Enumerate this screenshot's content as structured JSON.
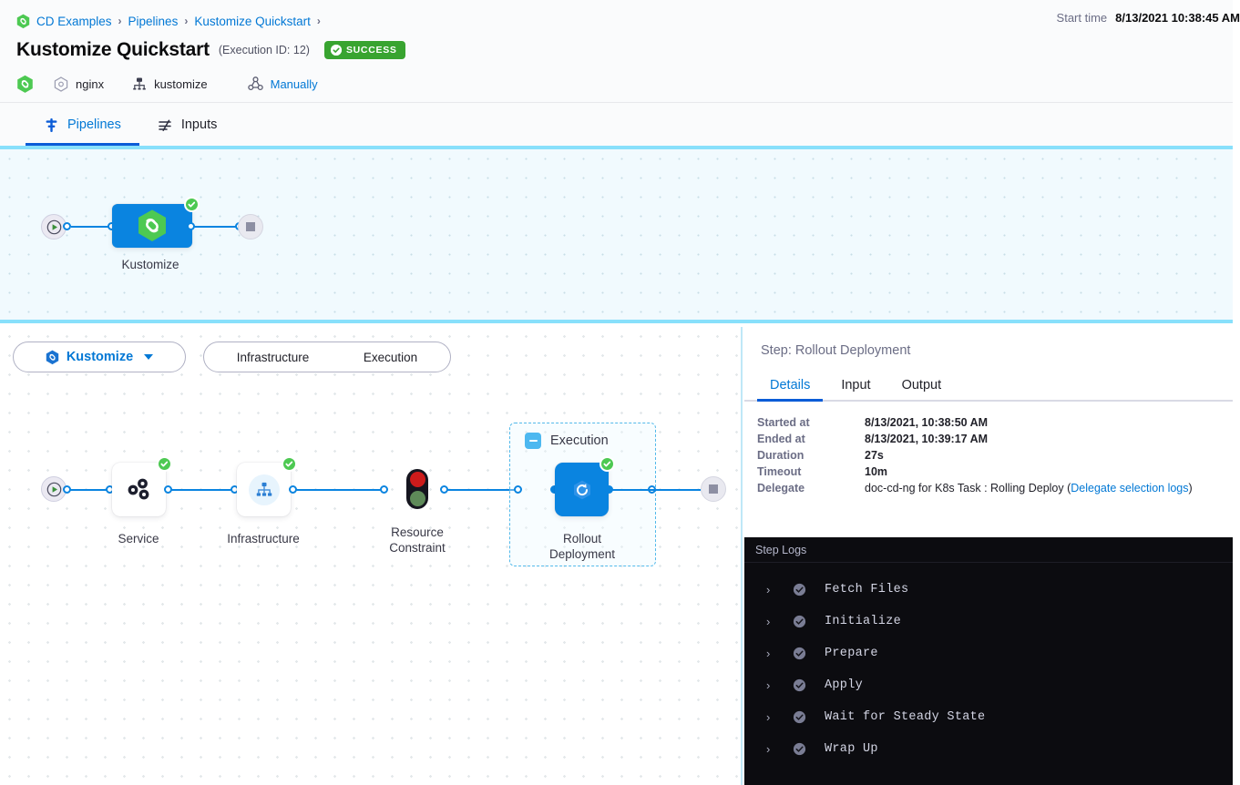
{
  "header": {
    "breadcrumb": [
      {
        "label": "CD Examples",
        "icon": "harness-hex-icon"
      },
      {
        "label": "Pipelines"
      },
      {
        "label": "Kustomize Quickstart"
      }
    ],
    "title": "Kustomize Quickstart",
    "execution_id": "(Execution ID: 12)",
    "status_badge": "SUCCESS",
    "status_color": "#38a430",
    "meta": [
      {
        "label": "nginx",
        "icon": "service-hex-icon"
      },
      {
        "label": "kustomize",
        "icon": "infrastructure-icon"
      },
      {
        "label": "Manually",
        "icon": "trigger-icon",
        "link": true
      }
    ],
    "start_time_label": "Start time",
    "start_time_value": "8/13/2021 10:38:45 AM"
  },
  "tabs": [
    {
      "label": "Pipelines",
      "icon": "pipeline-icon",
      "active": true
    },
    {
      "label": "Inputs",
      "icon": "inputs-icon",
      "active": false
    }
  ],
  "top_graph": {
    "stage_label": "Kustomize",
    "start_node": "start-node",
    "end_node": "end-node",
    "status": "success"
  },
  "stage_toolbar": {
    "stage_selector": "Kustomize",
    "segments": [
      "Infrastructure",
      "Execution"
    ]
  },
  "exec_graph": {
    "nodes": [
      {
        "label": "Service",
        "icon": "service-nodes-icon",
        "status": "success"
      },
      {
        "label": "Infrastructure",
        "icon": "infra-tree-icon",
        "status": "success"
      },
      {
        "label": "Resource\nConstraint",
        "icon": "traffic-light-icon",
        "status": "none"
      },
      {
        "label": "Rollout\nDeployment",
        "icon": "rollout-refresh-icon",
        "status": "success"
      }
    ],
    "group_label": "Execution"
  },
  "right_panel": {
    "step_title": "Step: Rollout Deployment",
    "tabs": [
      {
        "label": "Details",
        "active": true
      },
      {
        "label": "Input",
        "active": false
      },
      {
        "label": "Output",
        "active": false
      }
    ],
    "details": [
      {
        "label": "Started at",
        "value": "8/13/2021, 10:38:50 AM"
      },
      {
        "label": "Ended at",
        "value": "8/13/2021, 10:39:17 AM"
      },
      {
        "label": "Duration",
        "value": "27s"
      },
      {
        "label": "Timeout",
        "value": "10m"
      },
      {
        "label": "Delegate",
        "value": "doc-cd-ng for K8s Task : Rolling Deploy (",
        "link": "Delegate selection logs",
        "value_suffix": ")"
      }
    ]
  },
  "logs": {
    "title": "Step Logs",
    "rows": [
      {
        "name": "Fetch Files",
        "status": "success"
      },
      {
        "name": "Initialize",
        "status": "success"
      },
      {
        "name": "Prepare",
        "status": "success"
      },
      {
        "name": "Apply",
        "status": "success"
      },
      {
        "name": "Wait for Steady State",
        "status": "success"
      },
      {
        "name": "Wrap Up",
        "status": "success"
      }
    ]
  }
}
